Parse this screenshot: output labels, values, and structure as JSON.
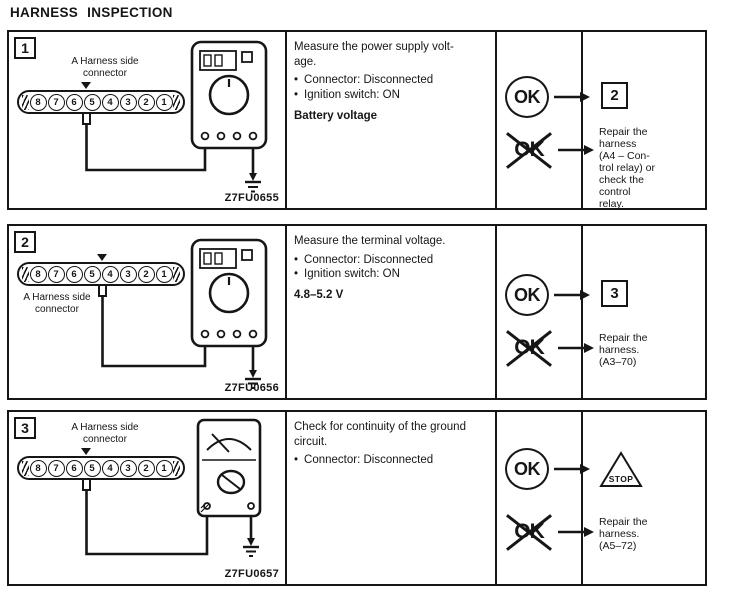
{
  "page": {
    "title": "HARNESS INSPECTION"
  },
  "glyphs": {
    "bullet": "•",
    "ok": "OK"
  },
  "steps": [
    {
      "number": "1",
      "connector_label_line1": "A Harness side",
      "connector_label_line2": "connector",
      "pins": [
        "8",
        "7",
        "6",
        "5",
        "4",
        "3",
        "2",
        "1"
      ],
      "figure_code": "Z7FU0655",
      "instruction_title": "Measure the power supply volt-\nage.",
      "bullets": [
        "Connector: Disconnected",
        "Ignition switch: ON"
      ],
      "spec": "Battery voltage",
      "ok_result": "2",
      "ng_text": "Repair the\nharness\n(A4 – Con-\ntrol relay) or\ncheck the\ncontrol\nrelay."
    },
    {
      "number": "2",
      "connector_label_line1": "A Harness side",
      "connector_label_line2": "connector",
      "pins": [
        "8",
        "7",
        "6",
        "5",
        "4",
        "3",
        "2",
        "1"
      ],
      "figure_code": "Z7FU0656",
      "instruction_title": "Measure the terminal voltage.",
      "bullets": [
        "Connector: Disconnected",
        "Ignition switch: ON"
      ],
      "spec": "4.8–5.2 V",
      "ok_result": "3",
      "ng_text": "Repair the\nharness.\n(A3–70)"
    },
    {
      "number": "3",
      "connector_label_line1": "A Harness side",
      "connector_label_line2": "connector",
      "pins": [
        "8",
        "7",
        "6",
        "5",
        "4",
        "3",
        "2",
        "1"
      ],
      "figure_code": "Z7FU0657",
      "instruction_title": "Check for continuity of the ground\ncircuit.",
      "bullets": [
        "Connector: Disconnected"
      ],
      "stop_label": "STOP",
      "ng_text": "Repair the\nharness.\n(A5–72)"
    }
  ]
}
